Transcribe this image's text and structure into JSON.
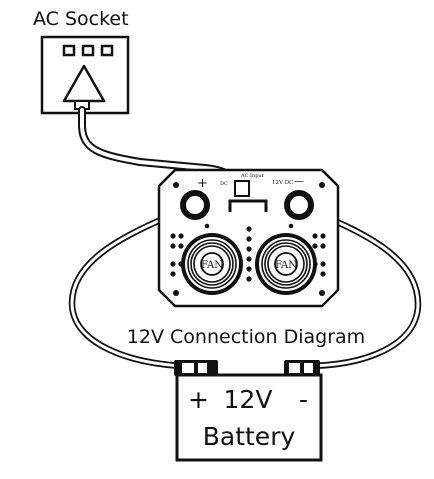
{
  "socket": {
    "title": "AC Socket"
  },
  "inverter": {
    "plus_mark": "+",
    "minus_mark": "—",
    "dc_left": "DC",
    "ac_input": "AC Input",
    "dc_right": "12V DC",
    "fan_left": "FAN",
    "fan_right": "FAN"
  },
  "diagram": {
    "caption": "12V Connection Diagram"
  },
  "battery": {
    "plus": "+",
    "voltage": "12V",
    "minus": "-",
    "label": "Battery"
  },
  "colors": {
    "line": "#111111",
    "background": "#ffffff"
  }
}
